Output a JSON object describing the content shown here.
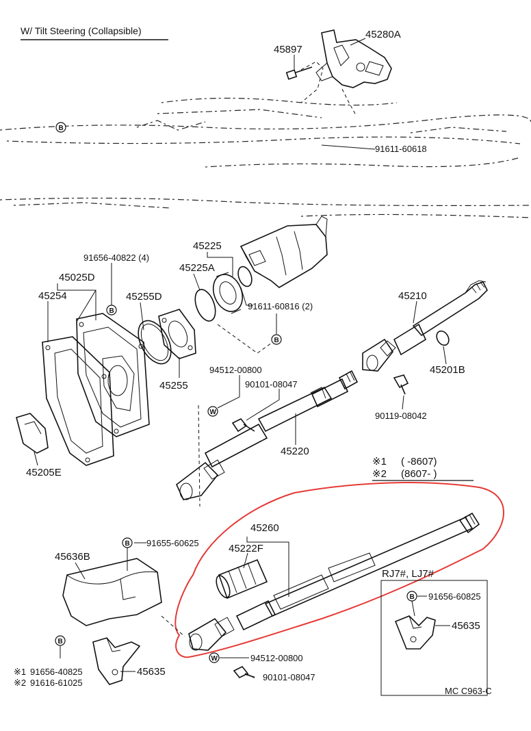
{
  "title": "W/ Tilt Steering (Collapsible)",
  "figure_code": "MC  C963-C",
  "variant_label": "RJ7#, LJ7#",
  "note_codes": [
    {
      "mark": "※1",
      "range": "(      -8607)"
    },
    {
      "mark": "※2",
      "range": "(8607-      )"
    }
  ],
  "bolt_notes": [
    {
      "mark": "※1",
      "part": "91656-40825"
    },
    {
      "mark": "※2",
      "part": "91616-61025"
    }
  ],
  "badges": {
    "bolt": "B",
    "washer": "W"
  },
  "parts": {
    "p45897": "45897",
    "p45280A": "45280A",
    "p91611_60618": "91611-60618",
    "p91656_40822": "91656-40822 (4)",
    "p45225": "45225",
    "p45225A": "45225A",
    "p45025D": "45025D",
    "p45254": "45254",
    "p45255D": "45255D",
    "p91611_60816": "91611-60816 (2)",
    "p45210": "45210",
    "p45201B": "45201B",
    "p45255": "45255",
    "p94512_00800_a": "94512-00800",
    "p90101_08047_a": "90101-08047",
    "p90119_08042": "90119-08042",
    "p45220": "45220",
    "p45205E": "45205E",
    "p45260": "45260",
    "p45222F": "45222F",
    "p45636B": "45636B",
    "p91655_60625": "91655-60625",
    "p91656_60825": "91656-60825",
    "p45635_a": "45635",
    "p45635_b": "45635",
    "p94512_00800_b": "94512-00800",
    "p90101_08047_b": "90101-08047"
  }
}
